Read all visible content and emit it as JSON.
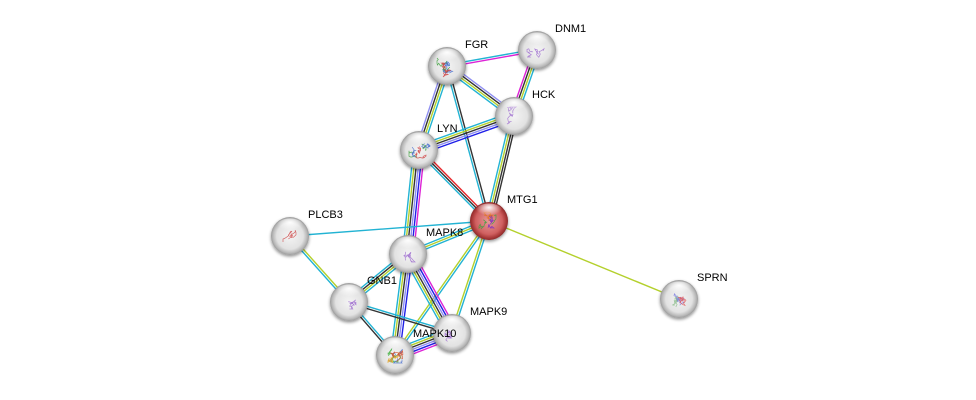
{
  "title": "Protein interaction network",
  "colors": {
    "black": "#333333",
    "cyan": "#22b3d3",
    "yellowgreen": "#b4d02c",
    "lavender": "#8f8ff2",
    "blue": "#1f1fe8",
    "magenta": "#dd22d6",
    "red": "#e8252a",
    "query_node": "#d94a4a"
  },
  "nodes": [
    {
      "id": "FGR",
      "label": "FGR",
      "query": false,
      "art": [
        "#3ca03c",
        "#4a70d0",
        "#d04040"
      ]
    },
    {
      "id": "DNM1",
      "label": "DNM1",
      "query": false,
      "art": [
        "#a070d0"
      ]
    },
    {
      "id": "HCK",
      "label": "HCK",
      "query": false,
      "art": [
        "#a070d0"
      ]
    },
    {
      "id": "LYN",
      "label": "LYN",
      "query": false,
      "art": [
        "#3ca03c",
        "#4a70d0",
        "#d04040"
      ]
    },
    {
      "id": "MTG1",
      "label": "MTG1",
      "query": true,
      "art": [
        "#e07020",
        "#8030c0",
        "#40a040"
      ]
    },
    {
      "id": "PLCB3",
      "label": "PLCB3",
      "query": false,
      "art": [
        "#d05050"
      ]
    },
    {
      "id": "MAPK8",
      "label": "MAPK8",
      "query": false,
      "art": [
        "#a070d0"
      ]
    },
    {
      "id": "GNB1",
      "label": "GNB1",
      "query": false,
      "art": [
        "#a070d0"
      ]
    },
    {
      "id": "MAPK9",
      "label": "MAPK9",
      "query": false,
      "art": [
        "#a070d0"
      ]
    },
    {
      "id": "MAPK10",
      "label": "MAPK10",
      "query": false,
      "art": [
        "#40b040",
        "#4a70d0",
        "#e0a020",
        "#d05030"
      ]
    },
    {
      "id": "SPRN",
      "label": "SPRN",
      "query": false,
      "art": [
        "#90c090",
        "#8080e0",
        "#e06060"
      ]
    }
  ],
  "edges": [
    {
      "a": "FGR",
      "b": "DNM1",
      "types": [
        "cyan",
        "magenta"
      ]
    },
    {
      "a": "FGR",
      "b": "HCK",
      "types": [
        "lavender",
        "black",
        "yellowgreen",
        "cyan"
      ]
    },
    {
      "a": "FGR",
      "b": "LYN",
      "types": [
        "cyan",
        "yellowgreen",
        "black",
        "lavender"
      ]
    },
    {
      "a": "FGR",
      "b": "MTG1",
      "types": [
        "black",
        "cyan"
      ]
    },
    {
      "a": "DNM1",
      "b": "HCK",
      "types": [
        "cyan",
        "yellowgreen",
        "black",
        "magenta"
      ]
    },
    {
      "a": "HCK",
      "b": "LYN",
      "types": [
        "blue",
        "lavender",
        "black",
        "yellowgreen",
        "cyan"
      ]
    },
    {
      "a": "HCK",
      "b": "MTG1",
      "types": [
        "black",
        "black",
        "yellowgreen",
        "cyan"
      ]
    },
    {
      "a": "LYN",
      "b": "MTG1",
      "types": [
        "red",
        "black",
        "cyan"
      ]
    },
    {
      "a": "LYN",
      "b": "MAPK8",
      "types": [
        "magenta",
        "blue",
        "lavender",
        "black",
        "yellowgreen",
        "cyan"
      ]
    },
    {
      "a": "MTG1",
      "b": "PLCB3",
      "types": [
        "cyan"
      ]
    },
    {
      "a": "MTG1",
      "b": "MAPK8",
      "types": [
        "cyan",
        "yellowgreen",
        "cyan"
      ]
    },
    {
      "a": "MTG1",
      "b": "MAPK9",
      "types": [
        "cyan",
        "yellowgreen"
      ]
    },
    {
      "a": "MTG1",
      "b": "MAPK10",
      "types": [
        "cyan",
        "yellowgreen"
      ]
    },
    {
      "a": "MTG1",
      "b": "SPRN",
      "types": [
        "yellowgreen"
      ]
    },
    {
      "a": "PLCB3",
      "b": "GNB1",
      "types": [
        "yellowgreen",
        "cyan"
      ]
    },
    {
      "a": "MAPK8",
      "b": "GNB1",
      "types": [
        "cyan",
        "yellowgreen",
        "black",
        "cyan"
      ]
    },
    {
      "a": "MAPK8",
      "b": "MAPK9",
      "types": [
        "magenta",
        "blue",
        "lavender",
        "black",
        "yellowgreen",
        "cyan"
      ]
    },
    {
      "a": "MAPK8",
      "b": "MAPK10",
      "types": [
        "blue",
        "lavender",
        "black",
        "yellowgreen",
        "cyan"
      ]
    },
    {
      "a": "GNB1",
      "b": "MAPK9",
      "types": [
        "cyan",
        "black"
      ]
    },
    {
      "a": "GNB1",
      "b": "MAPK10",
      "types": [
        "cyan",
        "black"
      ]
    },
    {
      "a": "MAPK9",
      "b": "MAPK10",
      "types": [
        "magenta",
        "blue",
        "lavender",
        "black",
        "yellowgreen",
        "cyan"
      ]
    }
  ]
}
